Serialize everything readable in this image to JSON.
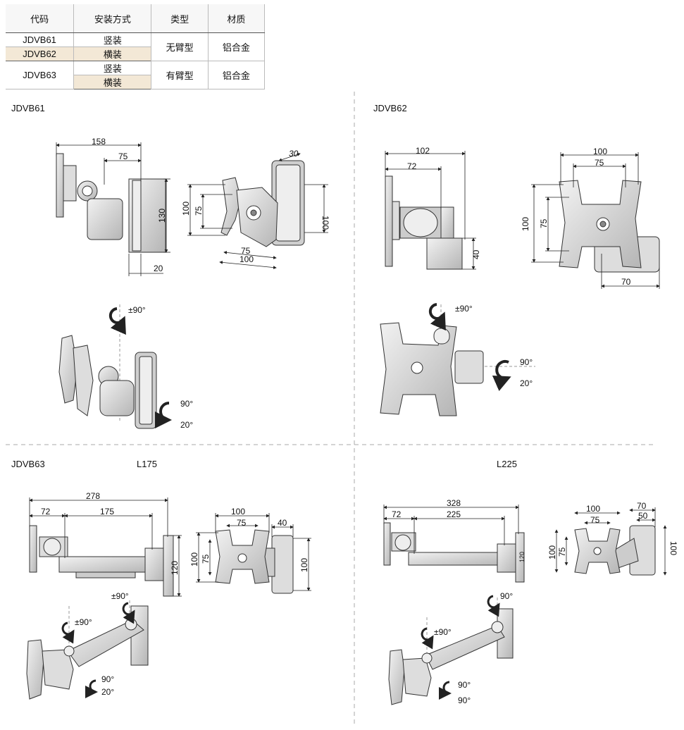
{
  "table": {
    "headers": [
      "代码",
      "安装方式",
      "类型",
      "材质"
    ],
    "rows": [
      {
        "code": "JDVB61",
        "mount": "竖装",
        "type": "无臂型",
        "material": "铝合金"
      },
      {
        "code": "JDVB62",
        "mount": "横装"
      },
      {
        "code": "JDVB63",
        "mount": "竖装",
        "type": "有臂型",
        "material": "铝合金"
      },
      {
        "code": "",
        "mount": "横装"
      }
    ]
  },
  "sections": {
    "s1": "JDVB61",
    "s2": "JDVB62",
    "s3": "JDVB63",
    "s3_len": "L175",
    "s4_len": "L225"
  },
  "dims": {
    "a158": "158",
    "a75": "75",
    "a130": "130",
    "a20": "20",
    "b30": "30",
    "b100a": "100",
    "b75a": "75",
    "b100b": "100",
    "b75b": "75",
    "b100c": "100",
    "c102": "102",
    "c72": "72",
    "c40": "40",
    "d100": "100",
    "d75": "75",
    "d100v": "100",
    "d75v": "75",
    "d70": "70",
    "e278": "278",
    "e72": "72",
    "e175": "175",
    "e120": "120",
    "f100": "100",
    "f75": "75",
    "f40": "40",
    "f100v": "100",
    "f75v": "75",
    "f100r": "100",
    "g328": "328",
    "g72": "72",
    "g225": "225",
    "g120": "120",
    "h100": "100",
    "h75": "75",
    "h70": "70",
    "h50": "50",
    "h100v": "100",
    "h75v": "75",
    "h100r": "100"
  },
  "rot": {
    "r1": "±90°",
    "r2": "90°",
    "r3": "20°",
    "r4": "±90°",
    "r5": "90°",
    "r6": "20°",
    "r7": "±90°",
    "r8": "±90°",
    "r9": "90°",
    "r10": "20°",
    "r11": "90°",
    "r12": "±90°",
    "r13": "90°",
    "r14": "90°"
  }
}
